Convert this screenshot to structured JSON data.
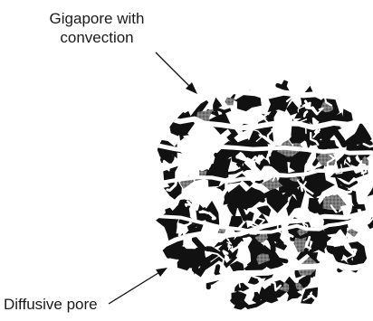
{
  "labels": {
    "top_line1": "Gigapore with",
    "top_line2": "convection",
    "bottom": "Diffusive pore"
  },
  "colors": {
    "ink": "#111111",
    "pore_fill": "#6f6f6f",
    "background": "#ffffff"
  }
}
